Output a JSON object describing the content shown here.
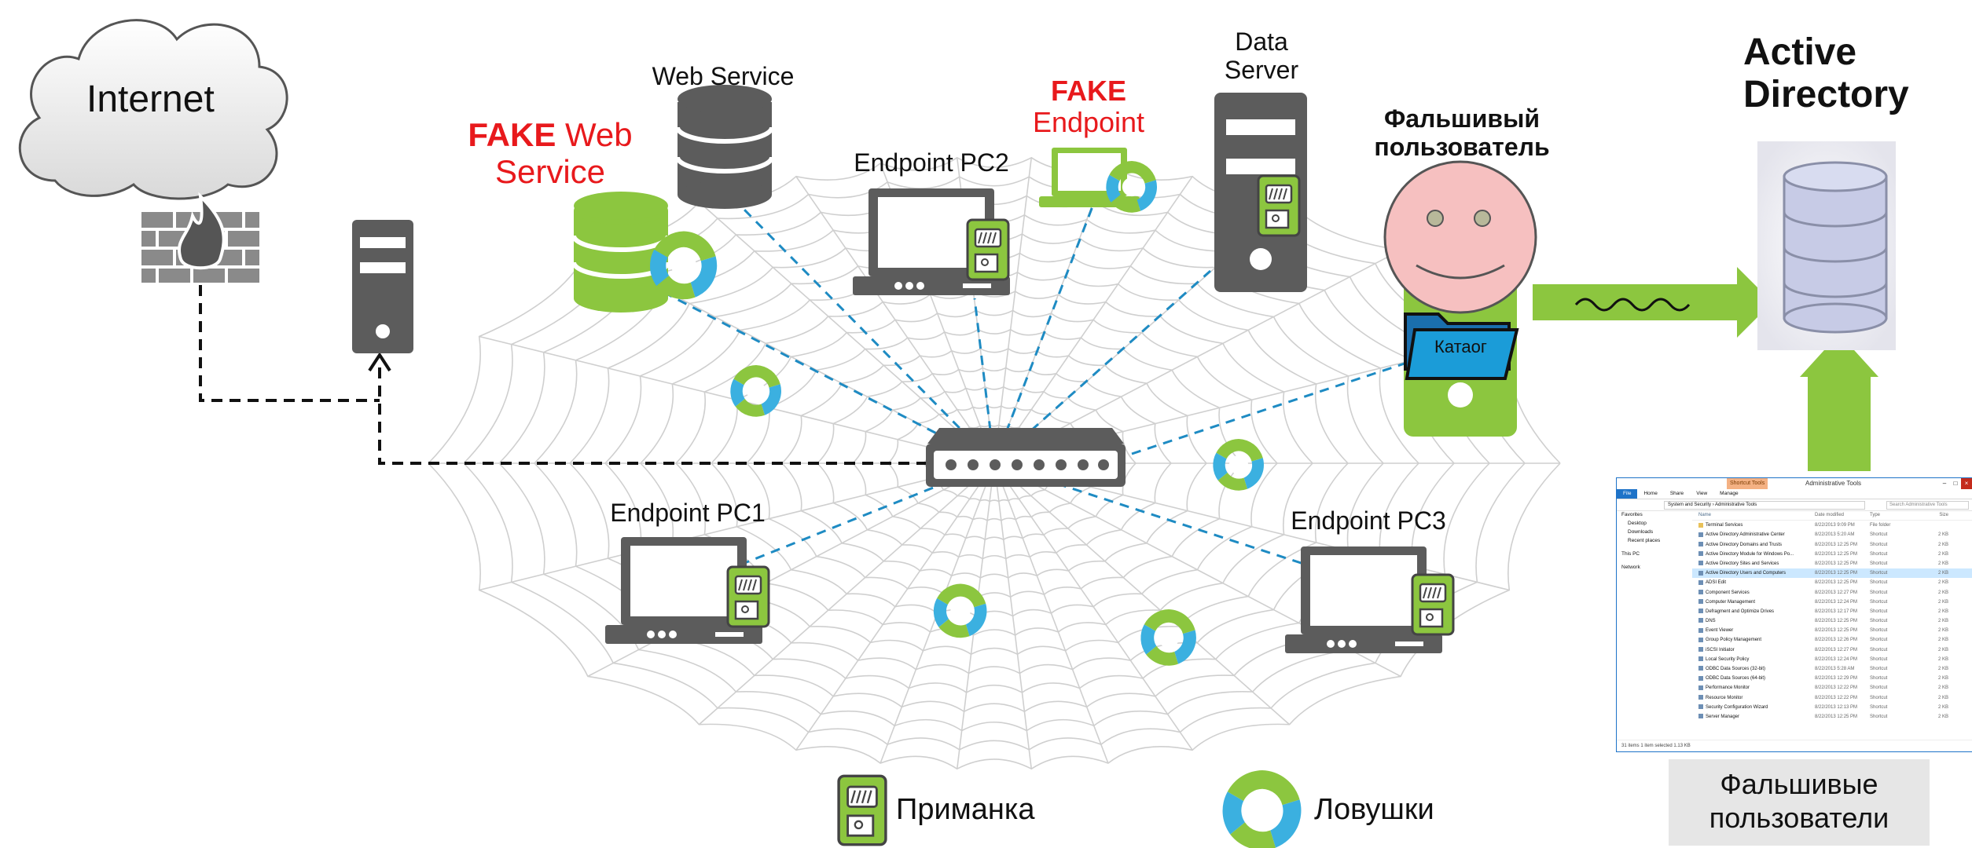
{
  "labels": {
    "internet": "Internet",
    "web_service": "Web Service",
    "fake_web_service": {
      "fake": "FAKE",
      "rest_line1": " Web",
      "line2": "Service"
    },
    "fake_endpoint": {
      "line1": "FAKE",
      "line2": "Endpoint"
    },
    "endpoint_pc2": "Endpoint PC2",
    "data_server": {
      "line1": "Data",
      "line2": "Server"
    },
    "fake_user": {
      "line1": "Фальшивый",
      "line2": "пользователь"
    },
    "catalog_folder": "Катаог",
    "active_directory": {
      "line1": "Active",
      "line2": "Directory"
    },
    "endpoint_pc1": "Endpoint PC1",
    "endpoint_pc3": "Endpoint PC3",
    "fake_users_caption": {
      "line1": "Фальшивые",
      "line2": "пользователи"
    }
  },
  "legend": {
    "bait": "Приманка",
    "traps": "Ловушки"
  },
  "explorer": {
    "context_tab": "Shortcut Tools",
    "title": "Administrative Tools",
    "ribbon": [
      "File",
      "Home",
      "Share",
      "View",
      "Manage"
    ],
    "address": "System and Security  ›  Administrative Tools",
    "search_placeholder": "Search Administrative Tools",
    "nav": [
      "Favorites",
      "Desktop",
      "Downloads",
      "Recent places",
      "This PC",
      "Network"
    ],
    "columns": [
      "Name",
      "Date modified",
      "Type",
      "Size"
    ],
    "rows": [
      [
        "Terminal Services",
        "8/22/2013 9:09 PM",
        "File folder",
        ""
      ],
      [
        "Active Directory Administrative Center",
        "8/22/2013 5:20 AM",
        "Shortcut",
        "2 KB"
      ],
      [
        "Active Directory Domains and Trusts",
        "8/22/2013 12:25 PM",
        "Shortcut",
        "2 KB"
      ],
      [
        "Active Directory Module for Windows Po...",
        "8/22/2013 12:25 PM",
        "Shortcut",
        "2 KB"
      ],
      [
        "Active Directory Sites and Services",
        "8/22/2013 12:25 PM",
        "Shortcut",
        "2 KB"
      ],
      [
        "Active Directory Users and Computers",
        "8/22/2013 12:25 PM",
        "Shortcut",
        "2 KB"
      ],
      [
        "ADSI Edit",
        "8/22/2013 12:25 PM",
        "Shortcut",
        "2 KB"
      ],
      [
        "Component Services",
        "8/22/2013 12:27 PM",
        "Shortcut",
        "2 KB"
      ],
      [
        "Computer Management",
        "8/22/2013 12:24 PM",
        "Shortcut",
        "2 KB"
      ],
      [
        "Defragment and Optimize Drives",
        "8/22/2013 12:17 PM",
        "Shortcut",
        "2 KB"
      ],
      [
        "DNS",
        "8/22/2013 12:25 PM",
        "Shortcut",
        "2 KB"
      ],
      [
        "Event Viewer",
        "8/22/2013 12:25 PM",
        "Shortcut",
        "2 KB"
      ],
      [
        "Group Policy Management",
        "8/22/2013 12:26 PM",
        "Shortcut",
        "2 KB"
      ],
      [
        "iSCSI Initiator",
        "8/22/2013 12:27 PM",
        "Shortcut",
        "2 KB"
      ],
      [
        "Local Security Policy",
        "8/22/2013 12:24 PM",
        "Shortcut",
        "2 KB"
      ],
      [
        "ODBC Data Sources (32-bit)",
        "8/22/2013 5:28 AM",
        "Shortcut",
        "2 KB"
      ],
      [
        "ODBC Data Sources (64-bit)",
        "8/22/2013 12:29 PM",
        "Shortcut",
        "2 KB"
      ],
      [
        "Performance Monitor",
        "8/22/2013 12:22 PM",
        "Shortcut",
        "2 KB"
      ],
      [
        "Resource Monitor",
        "8/22/2013 12:22 PM",
        "Shortcut",
        "2 KB"
      ],
      [
        "Security Configuration Wizard",
        "8/22/2013 12:13 PM",
        "Shortcut",
        "2 KB"
      ],
      [
        "Server Manager",
        "8/22/2013 12:25 PM",
        "Shortcut",
        "2 KB"
      ]
    ],
    "status": "31 items    1 item selected  1.13 KB"
  },
  "colors": {
    "green": "#8cc63f",
    "device_gray": "#666666",
    "fake_red": "#e8191c",
    "link_blue": "#1e8bc3",
    "face_pink": "#f6c0c0"
  }
}
